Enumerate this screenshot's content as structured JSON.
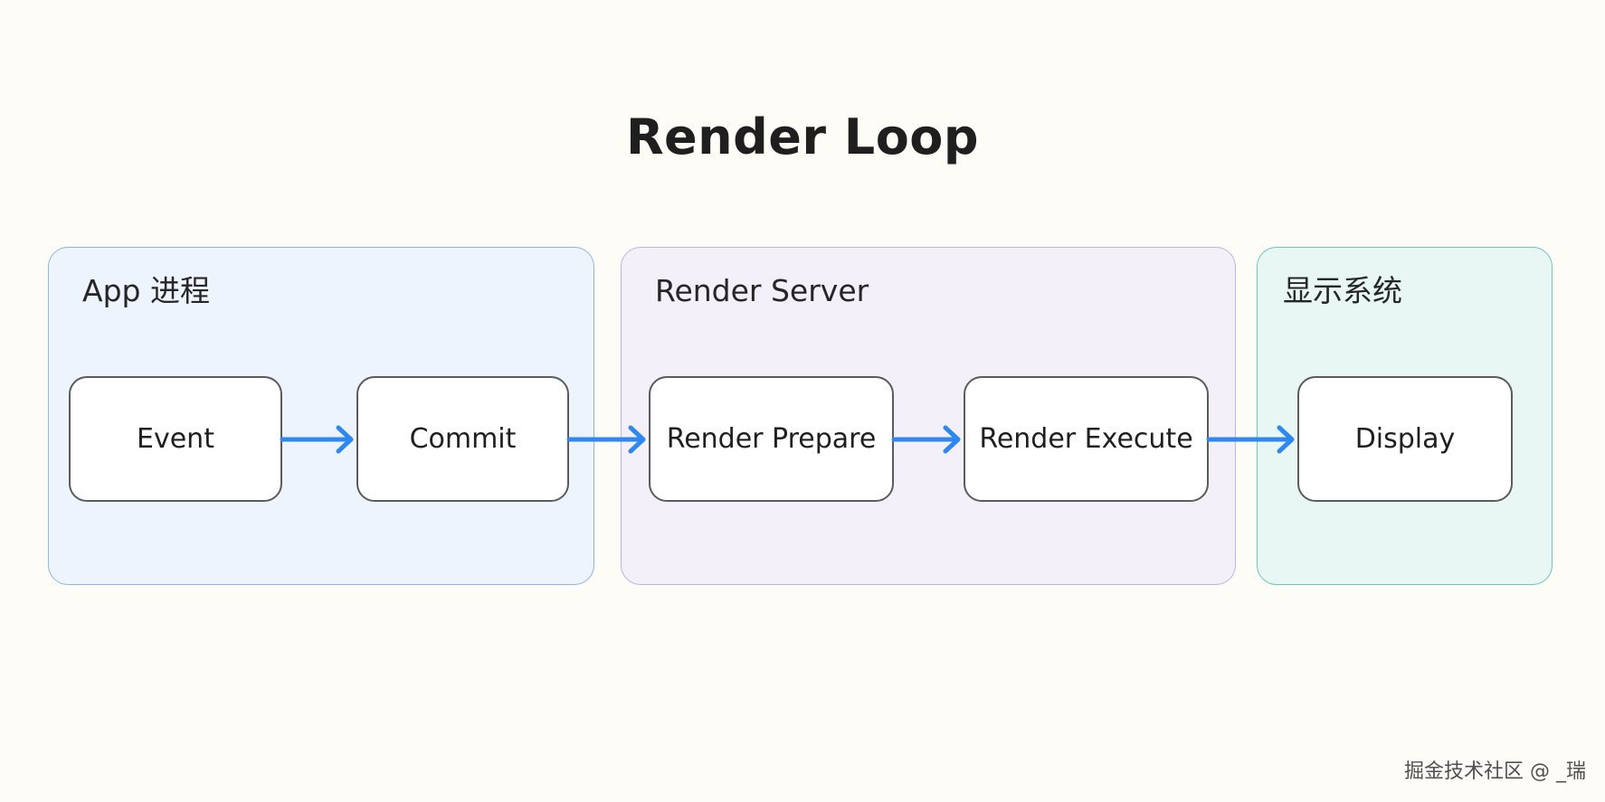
{
  "diagram": {
    "title": "Render Loop",
    "groups": {
      "app": {
        "label": "App 进程"
      },
      "render_server": {
        "label": "Render Server"
      },
      "display_system": {
        "label": "显示系统"
      }
    },
    "nodes": {
      "event": "Event",
      "commit": "Commit",
      "render_prepare": "Render Prepare",
      "render_execute": "Render Execute",
      "display": "Display"
    },
    "edges": [
      {
        "from": "Event",
        "to": "Commit"
      },
      {
        "from": "Commit",
        "to": "Render Prepare"
      },
      {
        "from": "Render Prepare",
        "to": "Render Execute"
      },
      {
        "from": "Render Execute",
        "to": "Display"
      }
    ],
    "colors": {
      "arrow": "#2f88f2",
      "app_fill": "#edf4fd",
      "render_server_fill": "#f3f0fa",
      "display_system_fill": "#e9f7f4"
    }
  },
  "watermark": "掘金技术社区 @ _瑞"
}
